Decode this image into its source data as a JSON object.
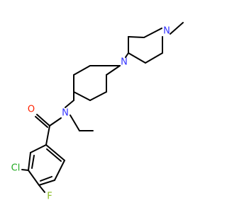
{
  "diagram": {
    "type": "skeletal-structure",
    "colors": {
      "bond": "#000000",
      "nitrogen": "#3333ff",
      "oxygen": "#ff2200",
      "chlorine": "#22aa22",
      "fluorine": "#88bb22",
      "background": "#ffffff"
    },
    "atom_labels": {
      "n_amide": "N",
      "n_piperidine_lower": "N",
      "n_piperidine_upper": "N",
      "oxygen": "O",
      "chlorine": "Cl",
      "fluorine": "F"
    }
  }
}
